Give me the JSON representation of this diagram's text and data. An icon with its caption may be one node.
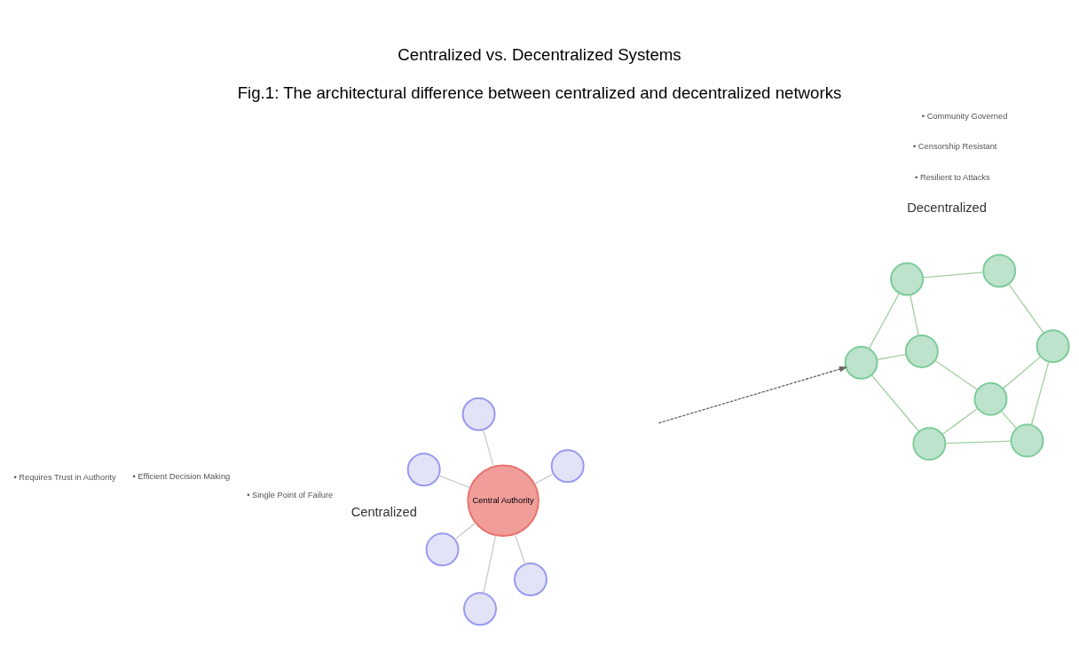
{
  "diagram": {
    "title": "Centralized vs. Decentralized Systems",
    "caption": "Fig.1: The architectural difference between centralized and decentralized networks",
    "nodes": [
      {
        "text": [
          "Central Authority"
        ]
      },
      {
        "text": [],
        "shape": "circle"
      },
      {
        "text": [],
        "shape": "circle"
      },
      {
        "text": [],
        "shape": "circle"
      },
      {
        "text": [],
        "shape": "circle"
      },
      {
        "text": [],
        "shape": "circle"
      },
      {
        "text": [],
        "shape": "circle"
      },
      {
        "text": [],
        "shape": "circle"
      },
      {
        "text": [],
        "shape": "circle"
      },
      {
        "text": [],
        "shape": "circle"
      },
      {
        "text": [],
        "shape": "circle"
      },
      {
        "text": [],
        "shape": "circle"
      },
      {
        "text": [],
        "shape": "circle"
      },
      {
        "text": [],
        "shape": "circle"
      },
      {
        "text": [],
        "shape": "circle"
      }
    ],
    "edges": [
      {
        "from": 0,
        "to": 1,
        "arrow": "none",
        "color": "#cccccc"
      },
      {
        "from": 0,
        "to": 2,
        "arrow": "none",
        "color": "#cccccc"
      },
      {
        "from": 0,
        "to": 3,
        "arrow": "none",
        "color": "#cccccc"
      },
      {
        "from": 0,
        "to": 4,
        "arrow": "none",
        "color": "#cccccc"
      },
      {
        "from": 0,
        "to": 5,
        "arrow": "none",
        "color": "#cccccc"
      },
      {
        "from": 0,
        "to": 6,
        "arrow": "none",
        "color": "#cccccc"
      },
      {
        "from": null,
        "to": 10,
        "arrow": "to",
        "style": "dashed",
        "color": "#666666"
      },
      {
        "from": 7,
        "to": 8,
        "arrow": "none"
      },
      {
        "from": 7,
        "to": 10,
        "arrow": "none"
      },
      {
        "from": 7,
        "to": 9,
        "arrow": "none"
      },
      {
        "from": 8,
        "to": 9,
        "arrow": "none"
      },
      {
        "from": 8,
        "to": 11,
        "arrow": "none"
      },
      {
        "from": 9,
        "to": 11,
        "arrow": "none"
      },
      {
        "from": 9,
        "to": 12,
        "arrow": "none"
      },
      {
        "from": 10,
        "to": 12,
        "arrow": "none"
      },
      {
        "from": 10,
        "to": 13,
        "arrow": "none"
      },
      {
        "from": 12,
        "to": 13,
        "arrow": "none"
      },
      {
        "from": 13,
        "to": 14,
        "arrow": "none"
      },
      {
        "from": 14,
        "to": 11,
        "arrow": "none"
      }
    ],
    "labels": [
      "Centralized",
      "• Single Point of Failure",
      "• Efficient Decision Making",
      "• Requires Trust in Authority",
      "Decentralized",
      "• Resilient to Attacks",
      "• Censorship Resistant",
      "• Community Governed"
    ]
  }
}
